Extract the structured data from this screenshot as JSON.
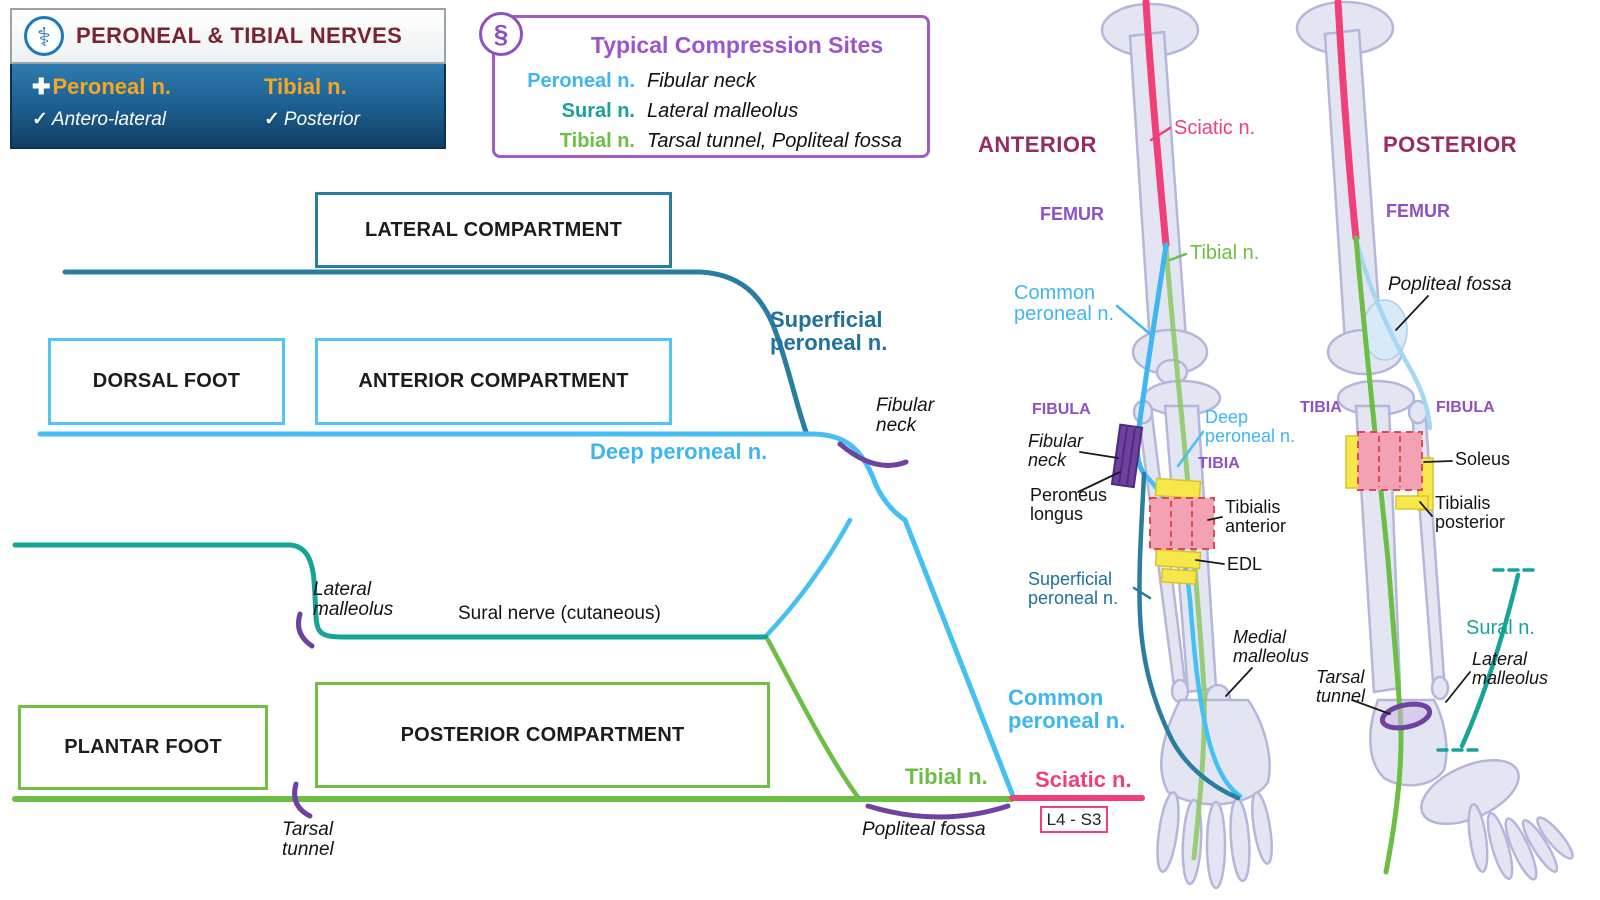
{
  "icons": {
    "logo": "⚕",
    "plus": "✚",
    "check": "✓",
    "compression": "§"
  },
  "header": {
    "title": "PERONEAL & TIBIAL NERVES",
    "columns": [
      {
        "name": "Peroneal n.",
        "value": "Antero-lateral"
      },
      {
        "name": "Tibial n.",
        "value": "Posterior"
      }
    ]
  },
  "compression_sites": {
    "title": "Typical Compression Sites",
    "rows": [
      {
        "nerve": "Peroneal n.",
        "sites": "Fibular neck"
      },
      {
        "nerve": "Sural n.",
        "sites": "Lateral malleolus"
      },
      {
        "nerve": "Tibial n.",
        "sites": "Tarsal tunnel, Popliteal fossa"
      }
    ]
  },
  "flow_diagram": {
    "boxes": {
      "lateral_compartment": "LATERAL COMPARTMENT",
      "dorsal_foot": "DORSAL FOOT",
      "anterior_compartment": "ANTERIOR COMPARTMENT",
      "posterior_compartment": "POSTERIOR COMPARTMENT",
      "plantar_foot": "PLANTAR FOOT"
    },
    "nerves": {
      "superficial_peroneal": "Superficial peroneal n.",
      "deep_peroneal": "Deep peroneal n.",
      "sural": "Sural nerve (cutaneous)",
      "tibial": "Tibial n.",
      "common_peroneal": "Common peroneal n.",
      "sciatic": "Sciatic n."
    },
    "sites": {
      "fibular_neck": "Fibular neck",
      "lateral_malleolus": "Lateral malleolus",
      "popliteal_fossa": "Popliteal fossa",
      "tarsal_tunnel": "Tarsal tunnel"
    },
    "roots": "L4 - S3"
  },
  "anterior_view": {
    "title": "ANTERIOR",
    "labels": {
      "femur": "FEMUR",
      "sciatic": "Sciatic n.",
      "tibial": "Tibial n.",
      "common_peroneal": "Common peroneal n.",
      "fibula": "FIBULA",
      "fibular_neck": "Fibular neck",
      "deep_peroneal": "Deep peroneal n.",
      "tibia": "TIBIA",
      "peroneus_longus": "Peroneus longus",
      "tibialis_anterior": "Tibialis anterior",
      "edl": "EDL",
      "superficial_peroneal": "Superficial peroneal n.",
      "medial_malleolus": "Medial malleolus"
    }
  },
  "posterior_view": {
    "title": "POSTERIOR",
    "labels": {
      "femur": "FEMUR",
      "popliteal_fossa": "Popliteal fossa",
      "tibia": "TIBIA",
      "fibula": "FIBULA",
      "soleus": "Soleus",
      "tibialis_posterior": "Tibialis posterior",
      "sural": "Sural n.",
      "lateral_malleolus": "Lateral malleolus",
      "tarsal_tunnel": "Tarsal tunnel"
    }
  },
  "colors": {
    "sciatic_pink": "#EF4078",
    "common_peroneal_blue": "#3FB6F0",
    "superficial_peroneal_teal": "#2B7DA0",
    "sural_teal": "#16A498",
    "tibial_green": "#6CBE45",
    "compression_purple": "#6F42A0",
    "bone_label_purple": "#8F51C2",
    "view_title_maroon": "#952D64",
    "header_orange": "#F6A623",
    "title_maroon": "#7C2331"
  }
}
